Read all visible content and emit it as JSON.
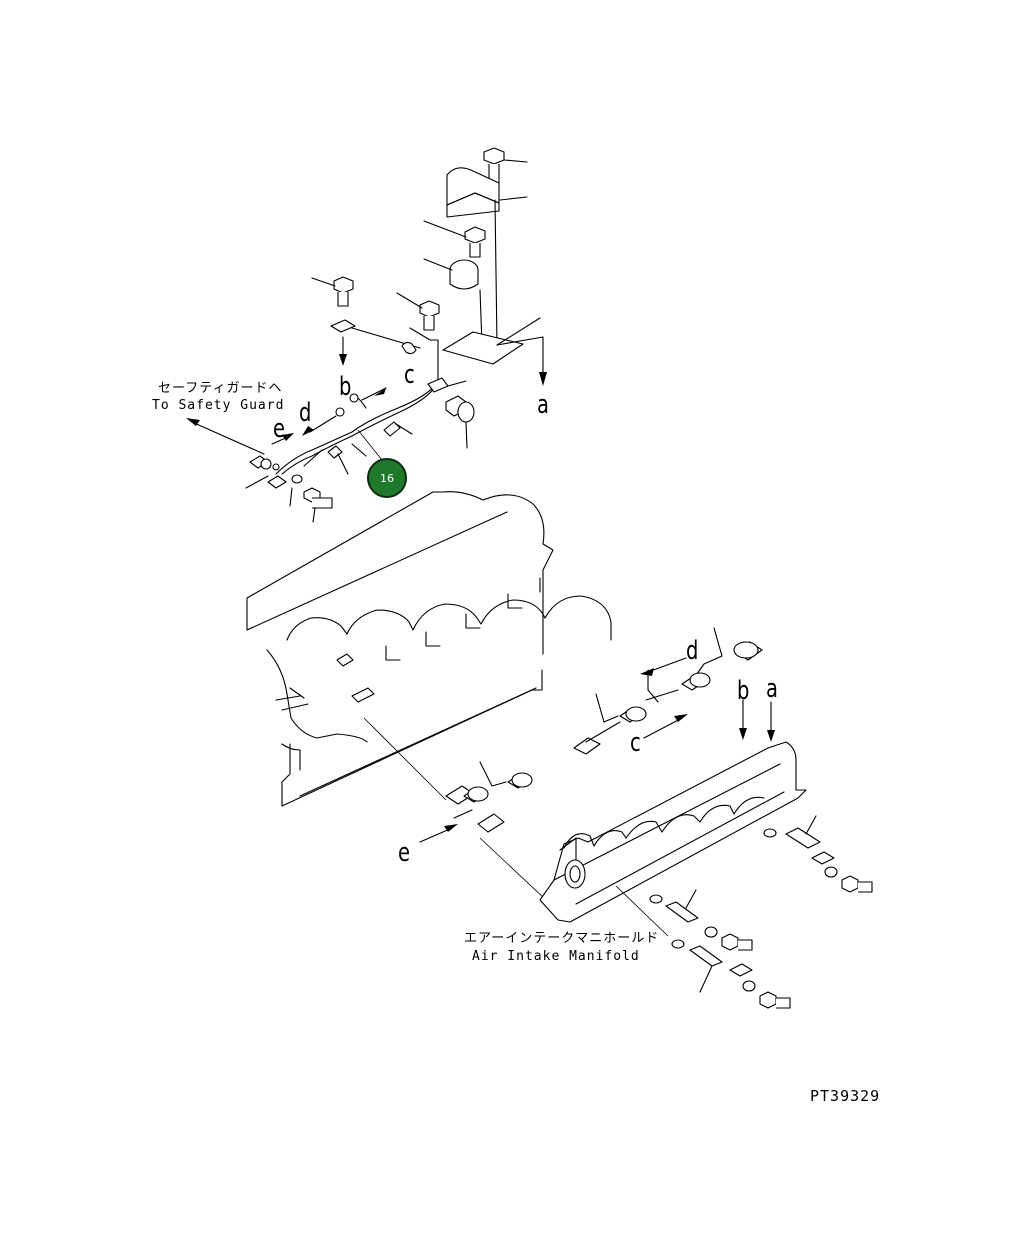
{
  "labels": {
    "safety_guard_jp": "セーフティガードヘ",
    "safety_guard_en": "To Safety Guard",
    "manifold_jp": "エアーインテークマニホールド",
    "manifold_en": "Air Intake Manifold"
  },
  "letters": {
    "a": "a",
    "b": "b",
    "c": "c",
    "d": "d",
    "e": "e"
  },
  "callouts": [
    {
      "number": "16",
      "color": "#1e7a2a"
    }
  ],
  "figure_code": "PT39329"
}
